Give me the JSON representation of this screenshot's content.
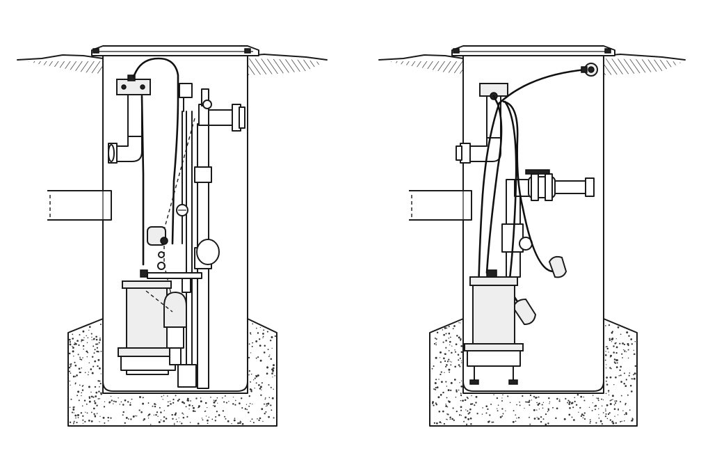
{
  "figure": {
    "units": [
      {
        "id": "left",
        "type": "simplex-basin-with-float-switches"
      },
      {
        "id": "right",
        "type": "simplex-basin-with-tethered-floats"
      }
    ],
    "colors": {
      "line": "#1a1a1a",
      "background": "#ffffff",
      "concrete_speckle": "#333333"
    }
  }
}
